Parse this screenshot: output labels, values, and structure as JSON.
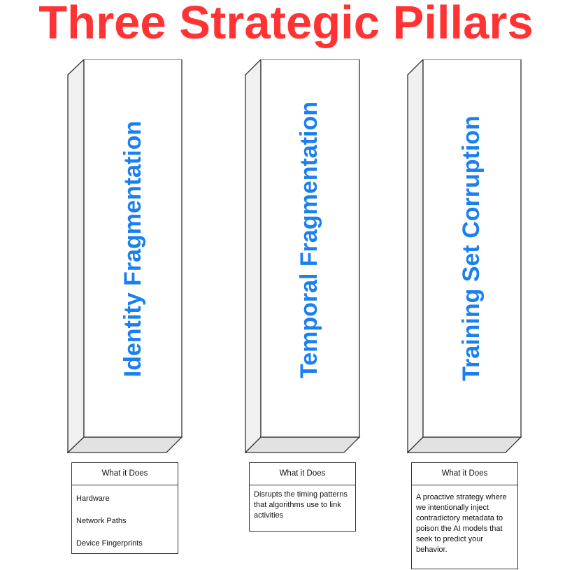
{
  "title": "Three Strategic Pillars",
  "colors": {
    "title": "#ff3333",
    "pillar_label": "#1a7ff0",
    "pillar_front": "#ffffff",
    "pillar_side": "#f0f0f0",
    "pillar_bottom": "#e2e2e2",
    "outline": "#333333"
  },
  "pillars": [
    {
      "label": "Identity Fragmentation",
      "info": {
        "header": "What it Does",
        "items": [
          "Hardware",
          "Network Paths",
          "Device Fingerprints"
        ]
      }
    },
    {
      "label": "Temporal Fragmentation",
      "info": {
        "header": "What it Does",
        "text": "Disrupts the timing patterns that algorithms use to link activities"
      }
    },
    {
      "label": "Training Set Corruption",
      "info": {
        "header": "What it Does",
        "text": "A proactive strategy where we intentionally inject contradictory metadata to poison the AI models that seek to predict your behavior."
      }
    }
  ]
}
